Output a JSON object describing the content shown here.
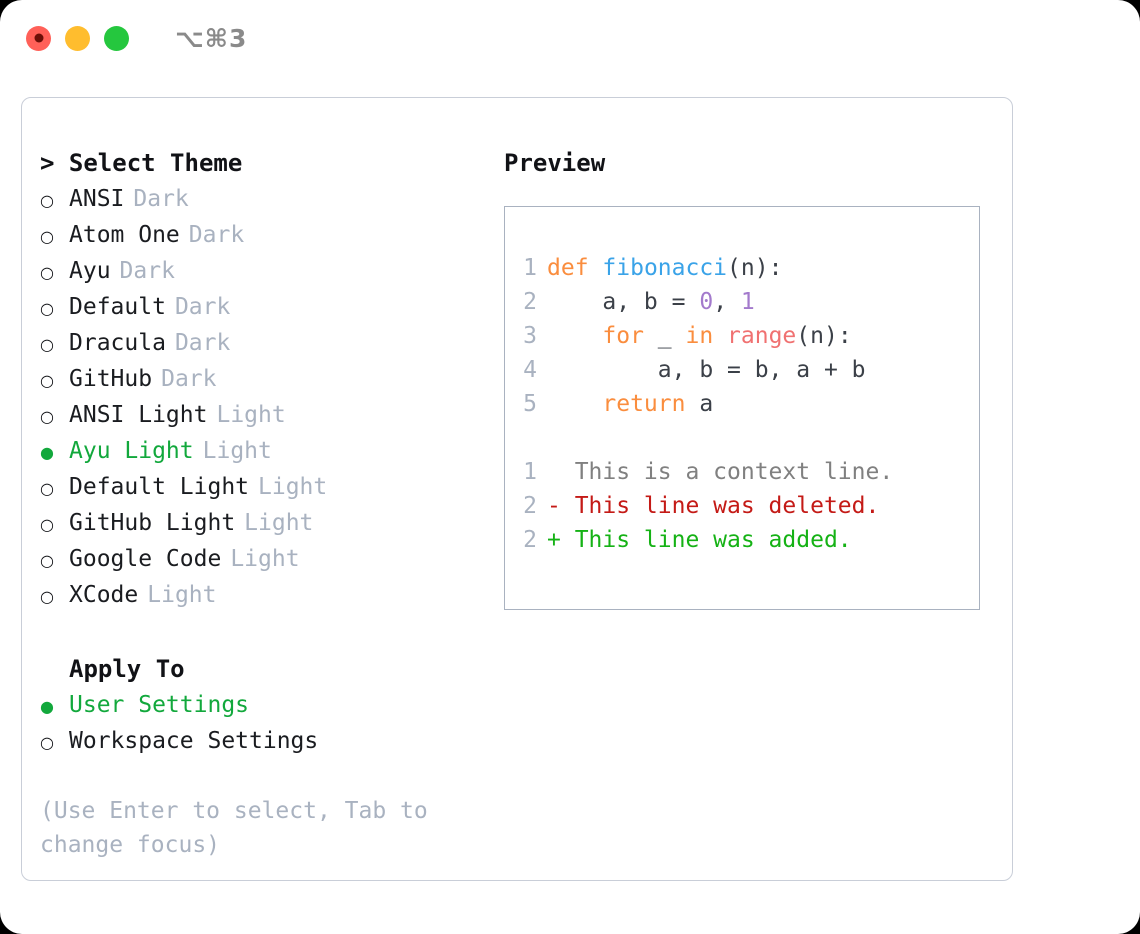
{
  "titlebar": {
    "shortcut": "⌥⌘3",
    "buttons": [
      {
        "name": "close",
        "color": "#ff6058"
      },
      {
        "name": "minimize",
        "color": "#ffbd2e"
      },
      {
        "name": "maximize",
        "color": "#25c73e"
      }
    ]
  },
  "theme_section": {
    "header": "> Select Theme",
    "items": [
      {
        "marker": "○",
        "label": "ANSI",
        "tag": "Dark",
        "selected": false
      },
      {
        "marker": "○",
        "label": "Atom One",
        "tag": "Dark",
        "selected": false
      },
      {
        "marker": "○",
        "label": "Ayu",
        "tag": "Dark",
        "selected": false
      },
      {
        "marker": "○",
        "label": "Default",
        "tag": "Dark",
        "selected": false
      },
      {
        "marker": "○",
        "label": "Dracula",
        "tag": "Dark",
        "selected": false
      },
      {
        "marker": "○",
        "label": "GitHub",
        "tag": "Dark",
        "selected": false
      },
      {
        "marker": "○",
        "label": "ANSI Light",
        "tag": "Light",
        "selected": false
      },
      {
        "marker": "●",
        "label": "Ayu Light",
        "tag": "Light",
        "selected": true
      },
      {
        "marker": "○",
        "label": "Default Light",
        "tag": "Light",
        "selected": false
      },
      {
        "marker": "○",
        "label": "GitHub Light",
        "tag": "Light",
        "selected": false
      },
      {
        "marker": "○",
        "label": "Google Code",
        "tag": "Light",
        "selected": false
      },
      {
        "marker": "○",
        "label": "XCode",
        "tag": "Light",
        "selected": false
      }
    ]
  },
  "apply_section": {
    "header": "Apply To",
    "items": [
      {
        "marker": "●",
        "label": "User Settings",
        "selected": true
      },
      {
        "marker": "○",
        "label": "Workspace Settings",
        "selected": false
      }
    ]
  },
  "hint": "(Use Enter to select, Tab to change focus)",
  "preview": {
    "title": "Preview",
    "code_lines": [
      {
        "num": "1",
        "tokens": [
          {
            "t": "def",
            "c": "kw"
          },
          {
            "t": " ",
            "c": "pl"
          },
          {
            "t": "fibonacci",
            "c": "fn"
          },
          {
            "t": "(n):",
            "c": "pl"
          }
        ]
      },
      {
        "num": "2",
        "tokens": [
          {
            "t": "    a, b = ",
            "c": "pl"
          },
          {
            "t": "0",
            "c": "num"
          },
          {
            "t": ", ",
            "c": "pl"
          },
          {
            "t": "1",
            "c": "num"
          }
        ]
      },
      {
        "num": "3",
        "tokens": [
          {
            "t": "    ",
            "c": "pl"
          },
          {
            "t": "for",
            "c": "kw"
          },
          {
            "t": " _ ",
            "c": "pl"
          },
          {
            "t": "in",
            "c": "kw"
          },
          {
            "t": " ",
            "c": "pl"
          },
          {
            "t": "range",
            "c": "bi"
          },
          {
            "t": "(n):",
            "c": "pl"
          }
        ]
      },
      {
        "num": "4",
        "tokens": [
          {
            "t": "        a, b = b, a + b",
            "c": "pl"
          }
        ]
      },
      {
        "num": "5",
        "tokens": [
          {
            "t": "    ",
            "c": "pl"
          },
          {
            "t": "return",
            "c": "kw"
          },
          {
            "t": " a",
            "c": "pl"
          }
        ]
      }
    ],
    "diff_lines": [
      {
        "num": "1",
        "text": "  This is a context line.",
        "kind": "ctx"
      },
      {
        "num": "2",
        "text": "- This line was deleted.",
        "kind": "del"
      },
      {
        "num": "2",
        "text": "+ This line was added.",
        "kind": "add"
      }
    ]
  }
}
